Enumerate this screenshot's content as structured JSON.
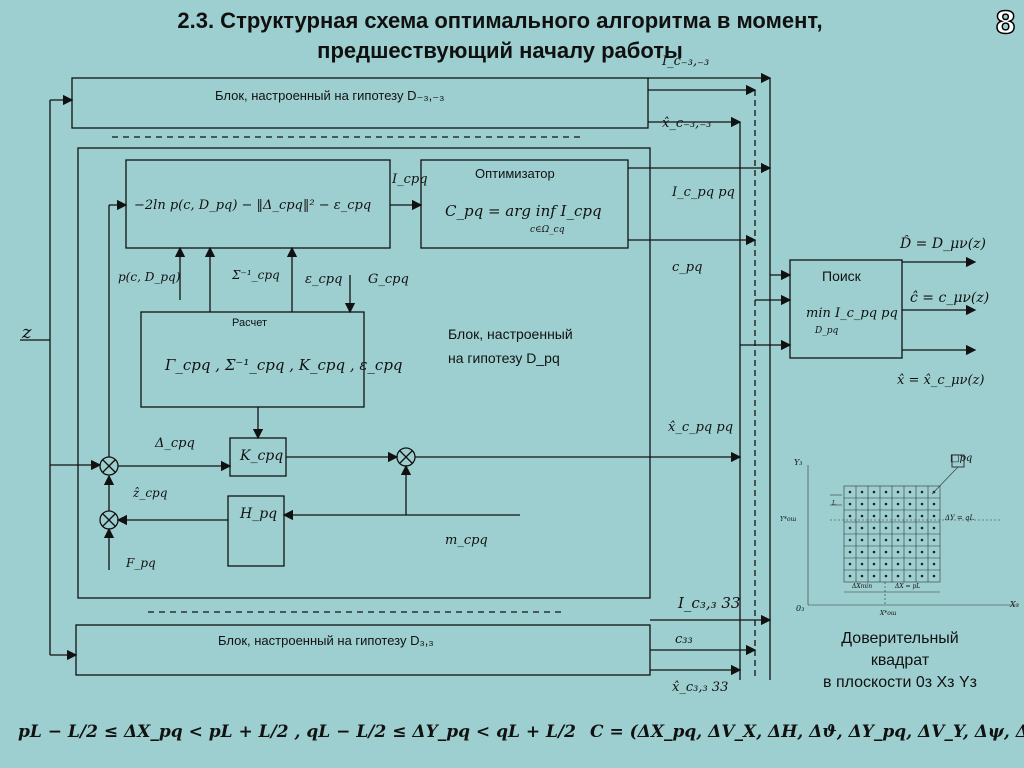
{
  "slide": {
    "title_line1": "2.3. Структурная схема оптимального алгоритма в момент,",
    "title_line2": "предшествующий началу работы",
    "number": "8"
  },
  "blocks": {
    "top_block": "Блок, настроенный на гипотезу D₋₃,₋₃",
    "bottom_block": "Блок, настроенный на гипотезу D₃,₃",
    "middle_block_line1": "Блок, настроенный",
    "middle_block_line2": "на гипотезу D_pq",
    "optimizer_title": "Оптимизатор",
    "optimizer_formula": "C_pq = arg inf I_cpq",
    "optimizer_sub": "c∈Ω_cq",
    "criterion_formula": "−2ln p(c, D_pq) − ‖Δ_cpq‖² − ε_cpq",
    "calc_title": "Расчет",
    "calc_formula": "Γ_cpq , Σ⁻¹_cpq , K_cpq , ε_cpq",
    "gain_block": "K_cpq",
    "h_block": "H_pq",
    "search_title": "Поиск",
    "search_formula": "min I_c_pq pq",
    "search_sub": "D_pq"
  },
  "signals": {
    "z": "z",
    "I_top": "I_c₋₃,₋₃",
    "x_top": "x̂_c₋₃,₋₃",
    "I_cpq": "I_cpq",
    "I_cpq_out": "I_c_pq pq",
    "c_pq": "c_pq",
    "p_cD": "p(c, D_pq)",
    "sigma": "Σ⁻¹_cpq",
    "eps": "ε_cpq",
    "G": "G_cpq",
    "delta": "Δ_cpq",
    "z_hat": "ẑ_cpq",
    "F": "F_pq",
    "m": "m_cpq",
    "x_out": "x̂_c_pq pq",
    "I_bottom": "I_c₃,₃ 33",
    "c_bottom": "c₃₃",
    "x_bottom": "x̂_c₃,₃ 33"
  },
  "outputs": {
    "D_hat": "D̂ = D_μν(z)",
    "c_hat": "ĉ = c_μν(z)",
    "x_hat": "x̂ = x̂_c_μν(z)"
  },
  "grid": {
    "y_axis": "Y₃",
    "x_axis": "X₃",
    "origin": "0₃",
    "cell": "□pq",
    "dy": "ΔY = qL",
    "dx_min": "ΔXmin",
    "dx": "ΔX = pL",
    "L": "L",
    "y_tick": "Y*ош",
    "x_tick": "X*ош"
  },
  "confidence": {
    "line1": "Доверительный",
    "line2": "квадрат",
    "line3": "в плоскости 0з Xз Yз"
  },
  "formulas": {
    "left": "pL − L/2 ≤ ΔX_pq < pL + L/2 ,  qL − L/2 ≤ ΔY_pq < qL + L/2",
    "right": "C = (ΔX_pq, ΔV_X, ΔH, Δϑ, ΔY_pq, ΔV_Y, Δψ, Δγ)ᵀ"
  }
}
